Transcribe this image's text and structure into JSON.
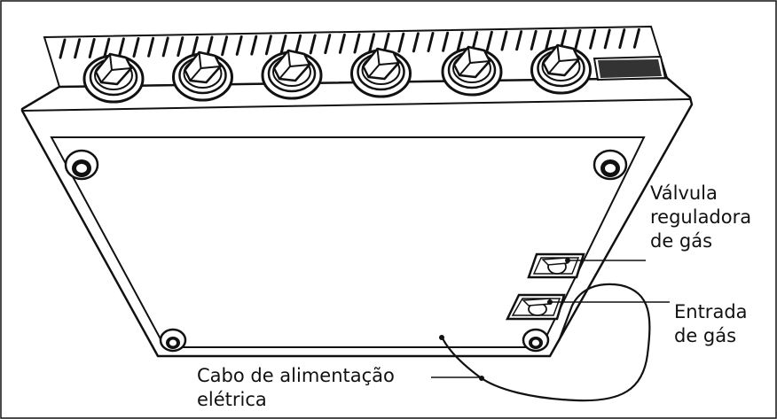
{
  "labels": {
    "valve_regulator": [
      "Válvula",
      "reguladora",
      "de gás"
    ],
    "gas_inlet": [
      "Entrada",
      "de gás"
    ],
    "power_cable": [
      "Cabo de alimentação",
      "elétrica"
    ]
  },
  "burner_knob_count": 6,
  "colors": {
    "line": "#111111",
    "background": "#ffffff"
  }
}
